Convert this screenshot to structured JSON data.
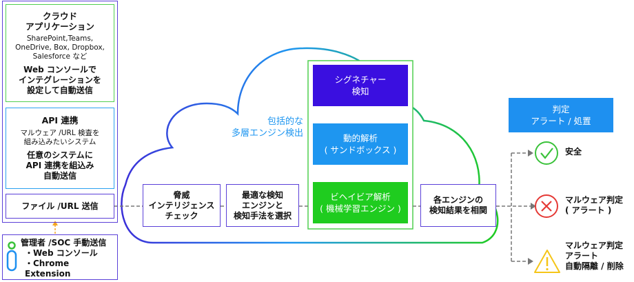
{
  "left_panel": {
    "cloud_apps": {
      "title_line1": "クラウド",
      "title_line2": "アプリケーション",
      "examples_line1": "SharePoint,Teams,",
      "examples_line2": "OneDrive, Box, Dropbox,",
      "examples_line3": "Salesforce など",
      "desc_line1": "Web コンソールで",
      "desc_line2": "インテグレーションを",
      "desc_line3": "設定して自動送信"
    },
    "api": {
      "title": "API 連携",
      "sub_line1": "マルウェア /URL 検査を",
      "sub_line2": "組み込みたいシステム",
      "desc_line1": "任意のシステムに",
      "desc_line2": "API 連携を組込み",
      "desc_line3": "自動送信"
    },
    "file_url": "ファイル /URL 送信"
  },
  "admin": {
    "title": "管理者 /SOC 手動送信",
    "item1": "・Web コンソール",
    "item2": "・Chrome Extension"
  },
  "cloud_label_line1": "包括的な",
  "cloud_label_line2": "多層エンジン検出",
  "flow": {
    "threat_intel_line1": "脅威",
    "threat_intel_line2": "インテリジェンス",
    "threat_intel_line3": "チェック",
    "select_line1": "最適な検知",
    "select_line2": "エンジンと",
    "select_line3": "検知手法を選択",
    "correlate_line1": "各エンジンの",
    "correlate_line2": "検知結果を相関"
  },
  "engines": {
    "signature_line1": "シグネチャー",
    "signature_line2": "検知",
    "dynamic_line1": "動的解析",
    "dynamic_line2": "( サンドボックス )",
    "behavior_line1": "ビヘイビア解析",
    "behavior_line2": "( 機械学習エンジン )"
  },
  "verdict": {
    "header_line1": "判定",
    "header_line2": "アラート / 処置",
    "safe": "安全",
    "malware_line1": "マルウェア判定",
    "malware_line2": "( アラート )",
    "quarantine_line1": "マルウェア判定",
    "quarantine_line2": "アラート",
    "quarantine_line3": "自動隔離 / 削除"
  },
  "colors": {
    "purple": "#3a0fe0",
    "blue": "#1e96f0",
    "green": "#1fcc1f",
    "verdict": "#1e90f0",
    "safe_icon": "#3ac23a",
    "danger_icon": "#e53935",
    "warn_icon": "#f5c518"
  }
}
